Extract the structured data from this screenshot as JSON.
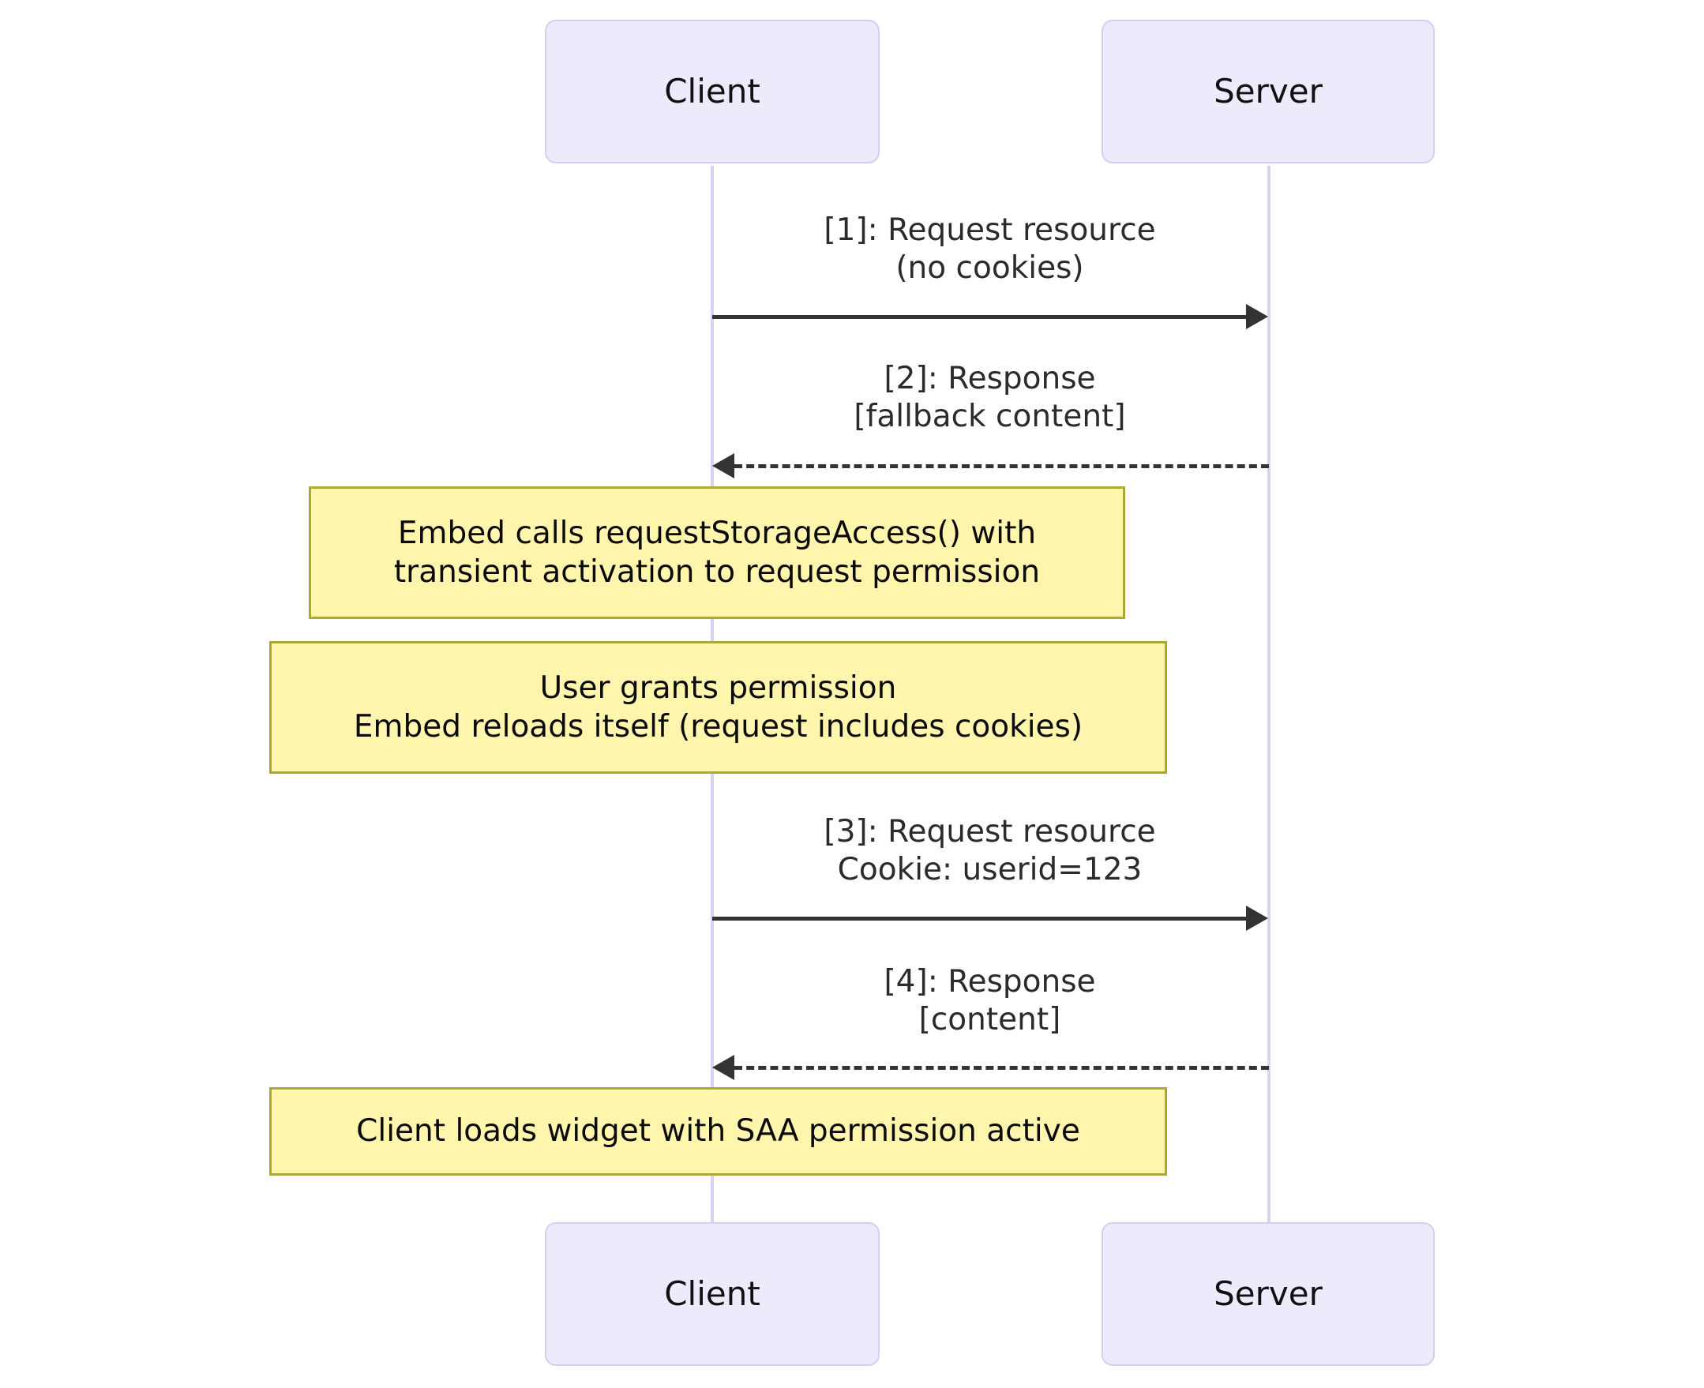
{
  "diagram": {
    "type": "sequence-diagram",
    "colors": {
      "actor_fill": "#ECEBFC",
      "actor_border": "#D5CDF2",
      "lifeline": "#D9D2F5",
      "note_fill": "#FFF5AD",
      "note_border": "#AAAA33",
      "arrow": "#333333",
      "text": "#111111",
      "background": "#FFFFFF"
    },
    "participants": [
      {
        "id": "client",
        "label": "Client"
      },
      {
        "id": "server",
        "label": "Server"
      }
    ],
    "participants_bottom": [
      {
        "id": "client",
        "label": "Client"
      },
      {
        "id": "server",
        "label": "Server"
      }
    ],
    "messages": [
      {
        "index": "1",
        "from": "client",
        "to": "server",
        "style": "solid",
        "direction": "right",
        "lines": [
          "[1]: Request resource",
          "(no cookies)"
        ]
      },
      {
        "index": "2",
        "from": "server",
        "to": "client",
        "style": "dashed",
        "direction": "left",
        "lines": [
          "[2]: Response",
          "[fallback content]"
        ]
      },
      {
        "index": "3",
        "from": "client",
        "to": "server",
        "style": "solid",
        "direction": "right",
        "lines": [
          "[3]: Request resource",
          "Cookie: userid=123"
        ]
      },
      {
        "index": "4",
        "from": "server",
        "to": "client",
        "style": "dashed",
        "direction": "left",
        "lines": [
          "[4]: Response",
          "[content]"
        ]
      }
    ],
    "notes": [
      {
        "id": "note-1",
        "over": "client",
        "lines": [
          "Embed calls requestStorageAccess() with",
          "transient activation to request permission"
        ]
      },
      {
        "id": "note-2",
        "over": "client",
        "lines": [
          "User grants permission",
          "Embed reloads itself (request includes cookies)"
        ]
      },
      {
        "id": "note-3",
        "over": "client",
        "lines": [
          "Client loads widget with SAA permission active"
        ]
      }
    ]
  }
}
